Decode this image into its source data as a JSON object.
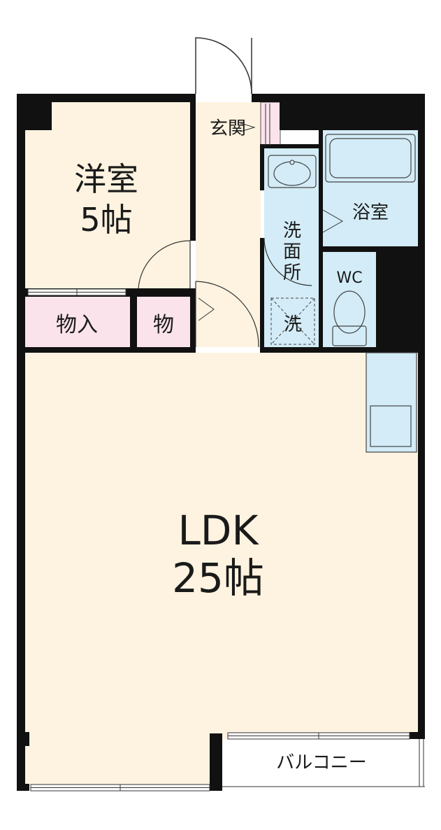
{
  "colors": {
    "wall": "#111111",
    "floor_living": "#fdf3e0",
    "floor_storage": "#fbe3ec",
    "floor_wet": "#d3ecf7",
    "fixture_stroke": "#555555",
    "balcony": "#ffffff"
  },
  "rooms": {
    "western": {
      "name": "洋室",
      "size": "5帖"
    },
    "storage_large": {
      "name": "物入"
    },
    "storage_small": {
      "name": "物"
    },
    "entrance": {
      "name": "玄関"
    },
    "washroom": {
      "line1": "洗",
      "line2": "面",
      "line3": "所"
    },
    "laundry": {
      "name": "洗"
    },
    "bathroom": {
      "name": "浴室"
    },
    "toilet": {
      "name": "WC"
    },
    "ldk": {
      "name": "LDK",
      "size": "25帖"
    },
    "balcony": {
      "name": "バルコニー"
    }
  },
  "icons": [
    "door-swing-icon",
    "washbasin-icon",
    "bathtub-icon",
    "toilet-icon",
    "kitchen-sink-icon",
    "window-icon"
  ]
}
